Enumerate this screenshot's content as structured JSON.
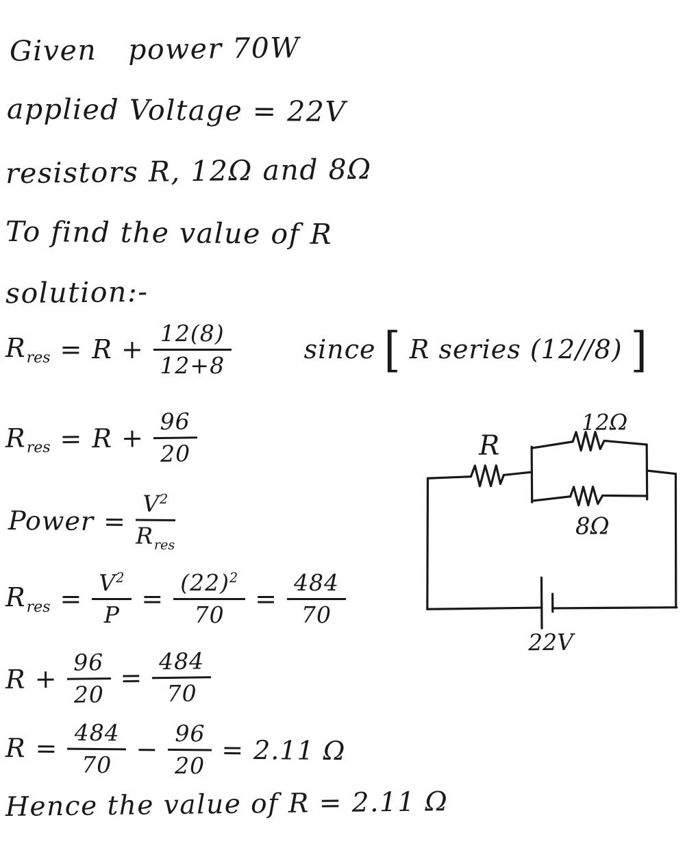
{
  "statements": {
    "given_word": "Given",
    "given_rest": "power 70W",
    "voltage": "applied Voltage = 22V",
    "resistors": "resistors R, 12Ω and 8Ω",
    "to_find": "To find the value of R",
    "solution": "solution:-",
    "conclusion": "Hence the value of R = 2.11 Ω"
  },
  "symbols": {
    "r": "R",
    "res_sub": "res",
    "equals": "=",
    "plus_term": "R +",
    "minus": "−",
    "sup_two": "2",
    "bracket_open": "[",
    "bracket_close": "]"
  },
  "eq_parallel": {
    "num": "12(8)",
    "den": "12+8",
    "since": "since",
    "note": "R series (12//8)"
  },
  "eq_simplified": {
    "num": "96",
    "den": "20"
  },
  "eq_power": {
    "lhs": "Power",
    "num_base": "V",
    "den_base": "R"
  },
  "eq_values": {
    "f1_num_base": "V",
    "f1_den": "P",
    "f2_num": "(22)",
    "f2_den": "70",
    "f3_num": "484",
    "f3_den": "70"
  },
  "eq_balance": {
    "lhs": "R +",
    "f1_num": "96",
    "f1_den": "20",
    "f2_num": "484",
    "f2_den": "70"
  },
  "eq_result": {
    "lhs": "R",
    "f1_num": "484",
    "f1_den": "70",
    "f2_num": "96",
    "f2_den": "20",
    "result": "2.11 Ω"
  },
  "circuit": {
    "label_r": "R",
    "label_12": "12Ω",
    "label_8": "8Ω",
    "label_battery": "22V"
  }
}
